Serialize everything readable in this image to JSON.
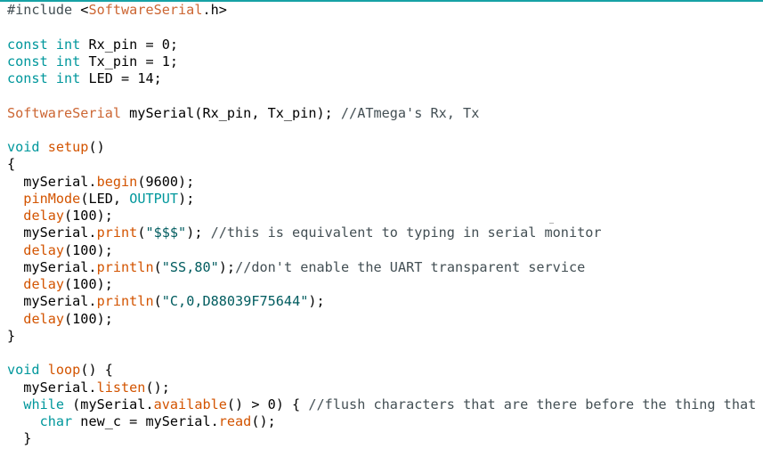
{
  "colors": {
    "keyword": "#00979c",
    "type": "#cc6633",
    "function": "#d35400",
    "string": "#005c5f",
    "comment": "#434f54",
    "accent": "#17a1a5"
  },
  "code": {
    "lines": [
      [
        {
          "t": "#include ",
          "c": "cmt"
        },
        {
          "t": "<",
          "c": "plain"
        },
        {
          "t": "SoftwareSerial",
          "c": "type"
        },
        {
          "t": ".h>",
          "c": "plain"
        }
      ],
      [],
      [
        {
          "t": "const",
          "c": "kw"
        },
        {
          "t": " ",
          "c": "plain"
        },
        {
          "t": "int",
          "c": "kw"
        },
        {
          "t": " Rx_pin = 0;",
          "c": "plain"
        }
      ],
      [
        {
          "t": "const",
          "c": "kw"
        },
        {
          "t": " ",
          "c": "plain"
        },
        {
          "t": "int",
          "c": "kw"
        },
        {
          "t": " Tx_pin = 1;",
          "c": "plain"
        }
      ],
      [
        {
          "t": "const",
          "c": "kw"
        },
        {
          "t": " ",
          "c": "plain"
        },
        {
          "t": "int",
          "c": "kw"
        },
        {
          "t": " LED = 14;",
          "c": "plain"
        }
      ],
      [],
      [
        {
          "t": "SoftwareSerial",
          "c": "type"
        },
        {
          "t": " mySerial(Rx_pin, Tx_pin); ",
          "c": "plain"
        },
        {
          "t": "//ATmega's Rx, Tx",
          "c": "cmt"
        }
      ],
      [],
      [
        {
          "t": "void",
          "c": "kw"
        },
        {
          "t": " ",
          "c": "plain"
        },
        {
          "t": "setup",
          "c": "fn"
        },
        {
          "t": "()",
          "c": "plain"
        }
      ],
      [
        {
          "t": "{",
          "c": "plain"
        }
      ],
      [
        {
          "t": "  mySerial.",
          "c": "plain"
        },
        {
          "t": "begin",
          "c": "fn"
        },
        {
          "t": "(9600);",
          "c": "plain"
        }
      ],
      [
        {
          "t": "  ",
          "c": "plain"
        },
        {
          "t": "pinMode",
          "c": "fn"
        },
        {
          "t": "(LED, ",
          "c": "plain"
        },
        {
          "t": "OUTPUT",
          "c": "kw"
        },
        {
          "t": ");",
          "c": "plain"
        }
      ],
      [
        {
          "t": "  ",
          "c": "plain"
        },
        {
          "t": "delay",
          "c": "fn"
        },
        {
          "t": "(100);",
          "c": "plain"
        }
      ],
      [
        {
          "t": "  mySerial.",
          "c": "plain"
        },
        {
          "t": "print",
          "c": "fn"
        },
        {
          "t": "(",
          "c": "plain"
        },
        {
          "t": "\"$$$\"",
          "c": "str"
        },
        {
          "t": "); ",
          "c": "plain"
        },
        {
          "t": "//this is equivalent to typing in serial monitor",
          "c": "cmt"
        }
      ],
      [
        {
          "t": "  ",
          "c": "plain"
        },
        {
          "t": "delay",
          "c": "fn"
        },
        {
          "t": "(100);",
          "c": "plain"
        }
      ],
      [
        {
          "t": "  mySerial.",
          "c": "plain"
        },
        {
          "t": "println",
          "c": "fn"
        },
        {
          "t": "(",
          "c": "plain"
        },
        {
          "t": "\"SS,80\"",
          "c": "str"
        },
        {
          "t": ");",
          "c": "plain"
        },
        {
          "t": "//don't enable the UART transparent service",
          "c": "cmt"
        }
      ],
      [
        {
          "t": "  ",
          "c": "plain"
        },
        {
          "t": "delay",
          "c": "fn"
        },
        {
          "t": "(100);",
          "c": "plain"
        }
      ],
      [
        {
          "t": "  mySerial.",
          "c": "plain"
        },
        {
          "t": "println",
          "c": "fn"
        },
        {
          "t": "(",
          "c": "plain"
        },
        {
          "t": "\"C,0,D88039F75644\"",
          "c": "str"
        },
        {
          "t": ");",
          "c": "plain"
        }
      ],
      [
        {
          "t": "  ",
          "c": "plain"
        },
        {
          "t": "delay",
          "c": "fn"
        },
        {
          "t": "(100);",
          "c": "plain"
        }
      ],
      [
        {
          "t": "}",
          "c": "plain"
        }
      ],
      [],
      [
        {
          "t": "void",
          "c": "kw"
        },
        {
          "t": " ",
          "c": "plain"
        },
        {
          "t": "loop",
          "c": "fn"
        },
        {
          "t": "() {",
          "c": "plain"
        }
      ],
      [
        {
          "t": "  mySerial.",
          "c": "plain"
        },
        {
          "t": "listen",
          "c": "fn"
        },
        {
          "t": "();",
          "c": "plain"
        }
      ],
      [
        {
          "t": "  ",
          "c": "plain"
        },
        {
          "t": "while",
          "c": "kw"
        },
        {
          "t": " (mySerial.",
          "c": "plain"
        },
        {
          "t": "available",
          "c": "fn"
        },
        {
          "t": "() > 0) { ",
          "c": "plain"
        },
        {
          "t": "//flush characters that are there before the thing that we want",
          "c": "cmt"
        }
      ],
      [
        {
          "t": "    ",
          "c": "plain"
        },
        {
          "t": "char",
          "c": "kw"
        },
        {
          "t": " new_c = mySerial.",
          "c": "plain"
        },
        {
          "t": "read",
          "c": "fn"
        },
        {
          "t": "();",
          "c": "plain"
        }
      ],
      [
        {
          "t": "  }",
          "c": "plain"
        }
      ]
    ]
  }
}
